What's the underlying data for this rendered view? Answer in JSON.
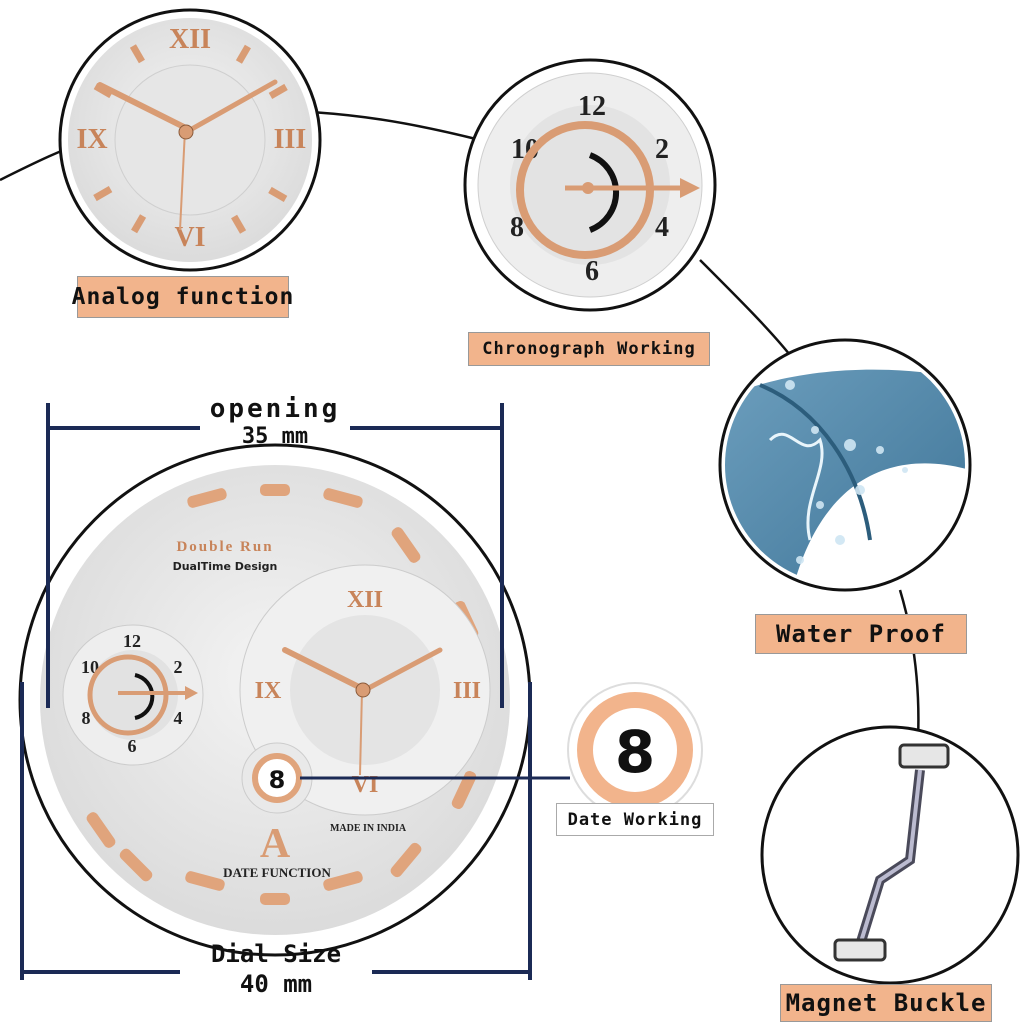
{
  "features": {
    "analog": "Analog function",
    "chrono": "Chronograph Working",
    "water": "Water Proof",
    "date": "Date Working",
    "buckle": "Magnet Buckle"
  },
  "dimensions": {
    "opening_label": "opening",
    "opening_value": "35 mm",
    "dial_label": "Dial Size",
    "dial_value": "40 mm"
  },
  "dial": {
    "brand": "Double Run",
    "tagline": "DualTime Design",
    "made_in": "MADE IN INDIA",
    "date_function": "DATE FUNCTION",
    "logo_letter": "A",
    "date_value": "8"
  },
  "numerals": {
    "roman": [
      "XII",
      "III",
      "VI",
      "IX"
    ],
    "arabic": [
      "12",
      "2",
      "4",
      "6",
      "8",
      "10"
    ]
  },
  "colors": {
    "accent": "#f2b48c",
    "rose_gold": "#e0a47c",
    "navy": "#1b2a55",
    "water_blue": "#4f86a8"
  }
}
